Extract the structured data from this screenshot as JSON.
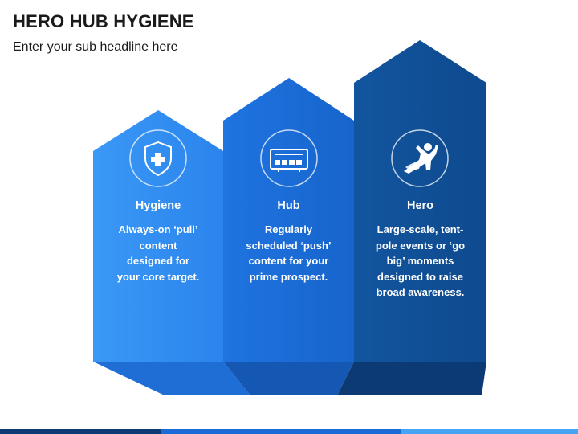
{
  "header": {
    "title": "HERO HUB HYGIENE",
    "subtitle": "Enter your sub headline here"
  },
  "columns": [
    {
      "heading": "Hygiene",
      "icon": "shield-cross-icon",
      "body_lines": [
        "Always-on ‘pull’",
        "content",
        "designed for",
        "your core target."
      ],
      "color": "#2f8cf2"
    },
    {
      "heading": "Hub",
      "icon": "network-switch-icon",
      "body_lines": [
        "Regularly",
        "scheduled ‘push’",
        "content for your",
        "prime prospect."
      ],
      "color": "#1a6bd6"
    },
    {
      "heading": "Hero",
      "icon": "superhero-icon",
      "body_lines": [
        "Large-scale, tent-",
        "pole events or ‘go",
        "big’ moments",
        "designed to raise",
        "broad awareness."
      ],
      "color": "#0f4f9a"
    }
  ],
  "colors": {
    "bar_dark": "#0c3a75",
    "bar_mid": "#1a6bd6",
    "bar_light": "#46a4f5"
  }
}
